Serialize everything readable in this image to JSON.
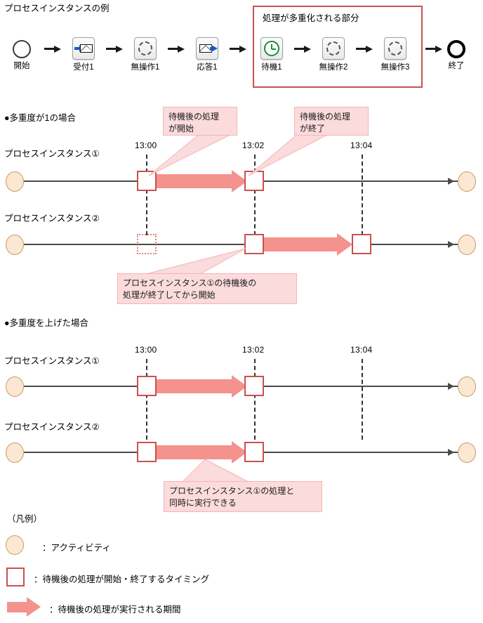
{
  "flow": {
    "title": "プロセスインスタンスの例",
    "multiplex_box_label": "処理が多重化される部分",
    "nodes": [
      {
        "caption": "開始",
        "icon": "start-circle-icon"
      },
      {
        "caption": "受付1",
        "icon": "message-receive-icon"
      },
      {
        "caption": "無操作1",
        "icon": "no-operation-icon"
      },
      {
        "caption": "応答1",
        "icon": "message-send-icon"
      },
      {
        "caption": "待機1",
        "icon": "timer-clock-icon"
      },
      {
        "caption": "無操作2",
        "icon": "no-operation-icon"
      },
      {
        "caption": "無操作3",
        "icon": "no-operation-icon"
      },
      {
        "caption": "終了",
        "icon": "end-circle-icon"
      }
    ]
  },
  "section1": {
    "heading": "●多重度が1の場合",
    "instance1_label": "プロセスインスタンス①",
    "instance2_label": "プロセスインスタンス②",
    "time_labels": [
      "13:00",
      "13:02",
      "13:04"
    ],
    "callout_start": "待機後の処理\nが開始",
    "callout_end": "待機後の処理\nが終了",
    "callout_serial": "プロセスインスタンス①の待機後の\n処理が終了してから開始"
  },
  "section2": {
    "heading": "●多重度を上げた場合",
    "instance1_label": "プロセスインスタンス①",
    "instance2_label": "プロセスインスタンス②",
    "time_labels": [
      "13:00",
      "13:02",
      "13:04"
    ],
    "callout_parallel": "プロセスインスタンス①の処理と\n同時に実行できる"
  },
  "legend": {
    "title": "（凡例）",
    "items": [
      {
        "symbol": "activity-circle",
        "text": "：アクティビティ"
      },
      {
        "symbol": "timing-square",
        "text": "：待機後の処理が開始・終了するタイミング"
      },
      {
        "symbol": "duration-arrow",
        "text": "：待機後の処理が実行される期間"
      }
    ]
  },
  "colors": {
    "accent_red": "#c9514f",
    "band_pink": "#f4928e",
    "callout_bg": "#fbdbdc",
    "activity_fill": "#fbe7d2",
    "activity_border": "#c79c63"
  }
}
